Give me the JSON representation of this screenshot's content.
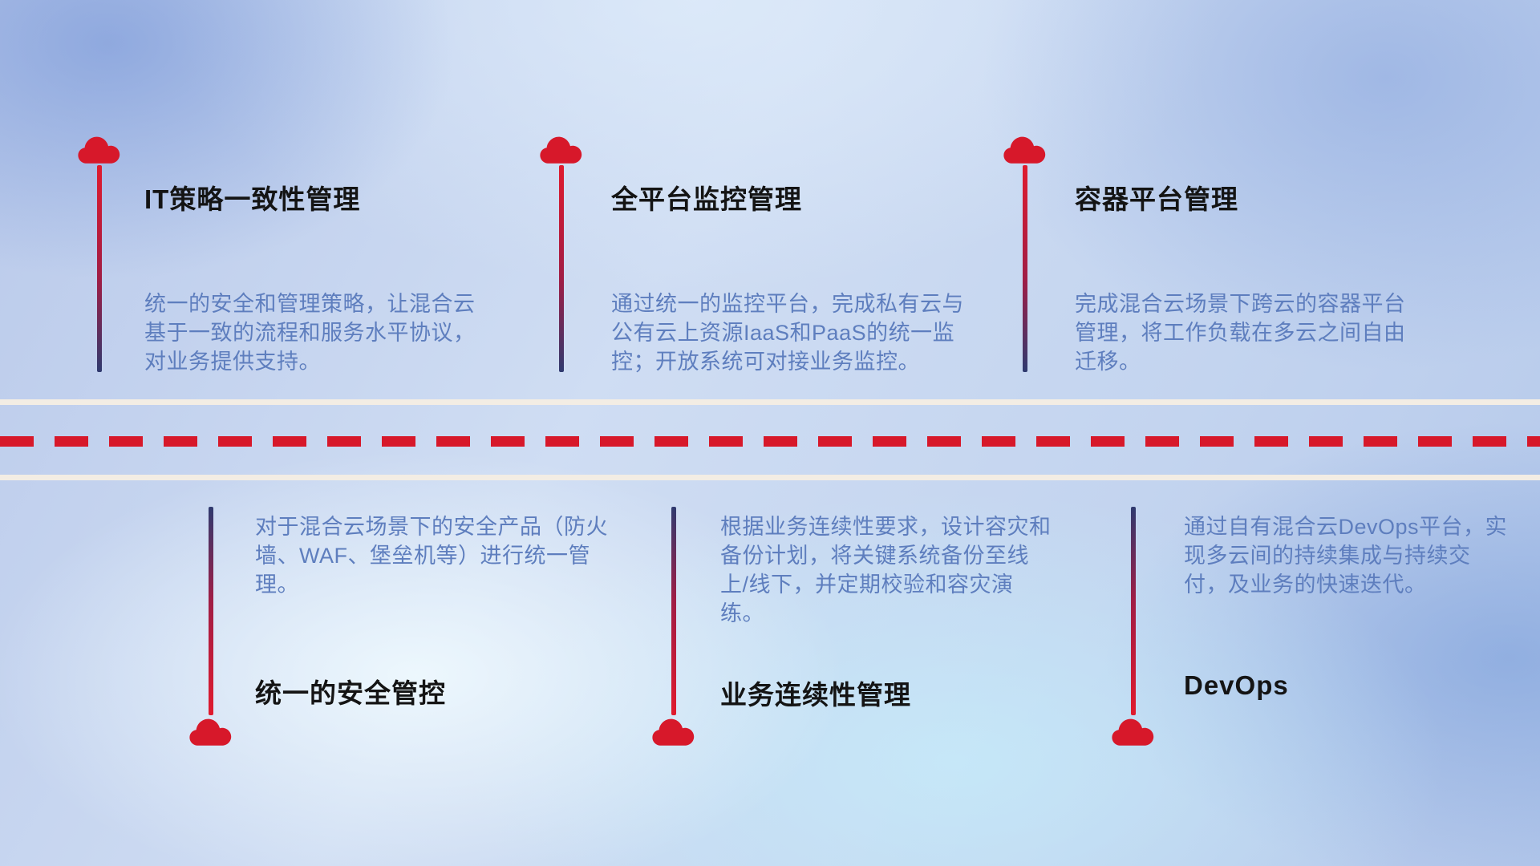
{
  "theme": {
    "cloud_color": "#d7182a",
    "title_color": "#141414",
    "desc_color": "#5e7ebe",
    "dash_color": "#d7182a",
    "road_white": "#f3ede4",
    "stem_red": "#e01b2e",
    "stem_navy": "#2f3a6f"
  },
  "top_items": [
    {
      "title": "IT策略一致性管理",
      "desc": "统一的安全和管理策略，让混合云基于一致的流程和服务水平协议，对业务提供支持。"
    },
    {
      "title": "全平台监控管理",
      "desc": "通过统一的监控平台，完成私有云与公有云上资源IaaS和PaaS的统一监控；开放系统可对接业务监控。"
    },
    {
      "title": "容器平台管理",
      "desc": "完成混合云场景下跨云的容器平台管理，将工作负载在多云之间自由迁移。"
    }
  ],
  "bottom_items": [
    {
      "title": "统一的安全管控",
      "desc": "对于混合云场景下的安全产品（防火墙、WAF、堡垒机等）进行统一管理。"
    },
    {
      "title": "业务连续性管理",
      "desc": "根据业务连续性要求，设计容灾和备份计划，将关键系统备份至线上/线下，并定期校验和容灾演练。"
    },
    {
      "title": "DevOps",
      "desc": "通过自有混合云DevOps平台，实现多云间的持续集成与持续交付，及业务的快速迭代。"
    }
  ]
}
